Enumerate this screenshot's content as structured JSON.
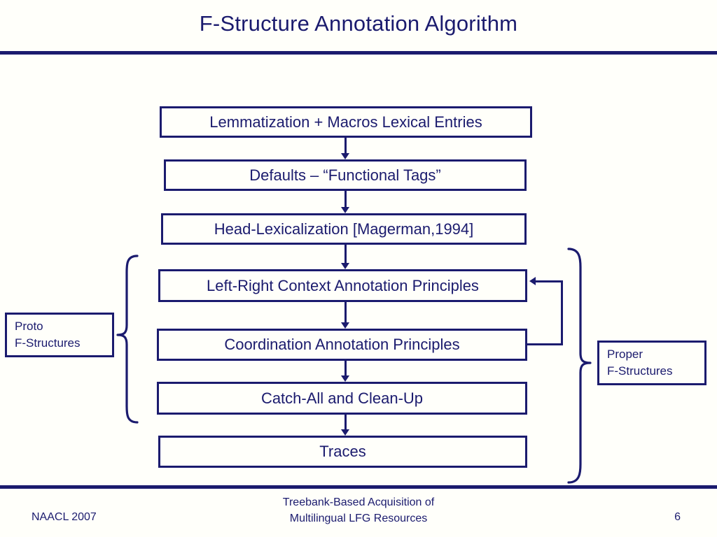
{
  "slide": {
    "title": "F-Structure Annotation Algorithm",
    "accent_color": "#1b1b6e",
    "background_color": "#fffffa"
  },
  "flow": {
    "boxes": [
      {
        "id": "lemmatization",
        "label": "Lemmatization + Macros Lexical Entries"
      },
      {
        "id": "defaults",
        "label": "Defaults – “Functional Tags”"
      },
      {
        "id": "head-lexicalization",
        "label": "Head-Lexicalization [Magerman,1994]"
      },
      {
        "id": "left-right-context",
        "label": "Left-Right Context Annotation Principles"
      },
      {
        "id": "coordination",
        "label": "Coordination Annotation Principles"
      },
      {
        "id": "catch-all",
        "label": "Catch-All and Clean-Up"
      },
      {
        "id": "traces",
        "label": "Traces"
      }
    ],
    "feedback_note": "Coordination Annotation Principles loops back to Left-Right Context Annotation Principles"
  },
  "labels": {
    "proto": {
      "line1": "Proto",
      "line2": "F-Structures"
    },
    "proper": {
      "line1": "Proper",
      "line2": "F-Structures"
    }
  },
  "footer": {
    "left": "NAACL 2007",
    "center_line1": "Treebank-Based Acquisition of",
    "center_line2": "Multilingual LFG Resources",
    "page_number": "6"
  }
}
